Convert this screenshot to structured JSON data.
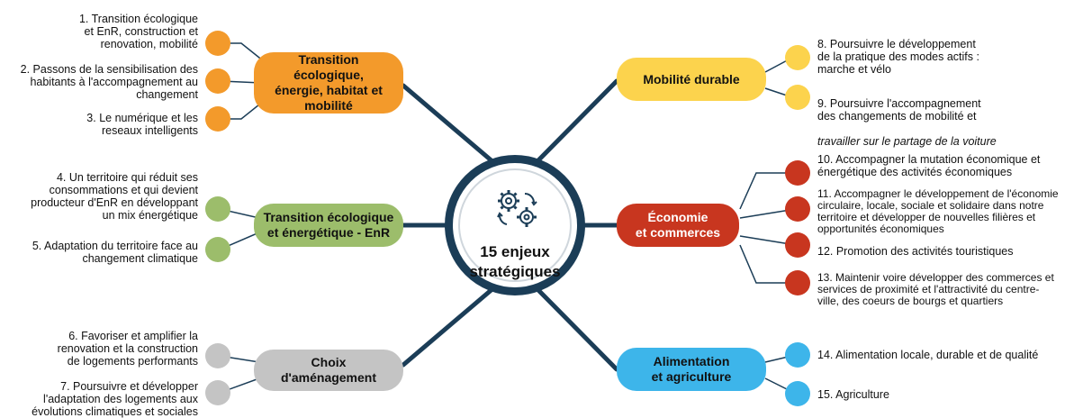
{
  "center": {
    "title": "15 enjeux\nstratégiques",
    "icon": "gears-arrows-icon"
  },
  "colors": {
    "hub": "#1b3d57",
    "orange": "#f39a2b",
    "green": "#9cbd6b",
    "grey": "#c4c4c4",
    "yellow": "#fcd34d",
    "red": "#c8361f",
    "blue": "#3db5ea"
  },
  "themes": [
    {
      "key": "transition",
      "label": "Transition écologique,\nénergie, habitat et\nmobilité",
      "color": "#f39a2b",
      "items": [
        "1. Transition écologique\net EnR, construction et\nrenovation, mobilité",
        "2. Passons de la sensibilisation des\nhabitants à l'accompagnement au\nchangement",
        "3. Le numérique et les\nreseaux intelligents"
      ]
    },
    {
      "key": "enr",
      "label": "Transition écologique\net énergétique - EnR",
      "color": "#9cbd6b",
      "items": [
        "4. Un territoire qui réduit ses\nconsommations et qui devient\nproducteur d'EnR en développant\nun mix énergétique",
        "5. Adaptation du territoire face au\nchangement climatique"
      ]
    },
    {
      "key": "amenagement",
      "label": "Choix\nd'aménagement",
      "color": "#c4c4c4",
      "items": [
        "6. Favoriser et amplifier la\nrenovation et la construction\nde logements performants",
        "7. Poursuivre et développer\nl'adaptation des logements aux\névolutions climatiques et sociales"
      ]
    },
    {
      "key": "mobilite",
      "label": "Mobilité durable",
      "color": "#fcd34d",
      "items": [
        "8. Poursuivre le développement\nde la pratique des modes actifs :\nmarche et vélo",
        "9. Poursuivre l'accompagnement\ndes changements de mobilité et"
      ],
      "item_extra": "travailler sur le partage de la voiture"
    },
    {
      "key": "economie",
      "label": "Économie\net commerces",
      "color": "#c8361f",
      "items": [
        "10. Accompagner la mutation économique et\nénergétique des activités économiques",
        "11. Accompagner le développement de l'économie\ncirculaire, locale, sociale et solidaire dans notre\nterritoire et développer de nouvelles filières et\nopportunités économiques",
        "12. Promotion des activités touristiques",
        "13. Maintenir voire développer des commerces et\nservices de proximité et l'attractivité du centre-\nville, des coeurs de bourgs et quartiers"
      ]
    },
    {
      "key": "alimentation",
      "label": "Alimentation\net agriculture",
      "color": "#3db5ea",
      "items": [
        "14. Alimentation locale, durable et de qualité",
        "15. Agriculture"
      ]
    }
  ]
}
